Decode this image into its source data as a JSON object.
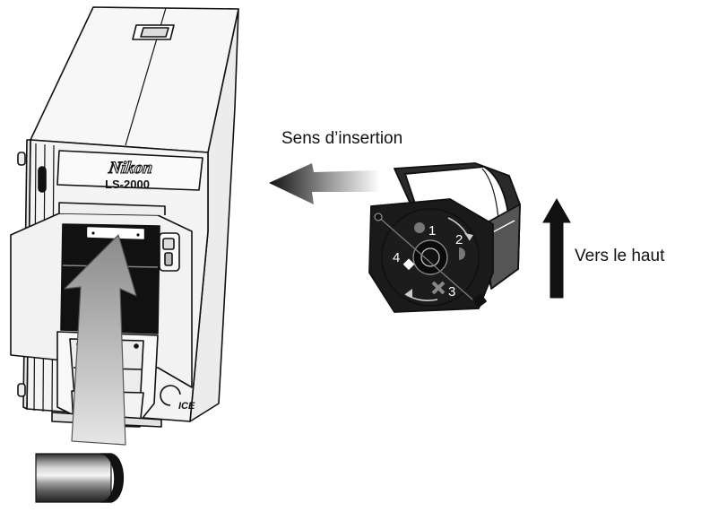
{
  "labels": {
    "insertion_direction": "Sens d’insertion",
    "upward": "Vers le haut"
  },
  "scanner": {
    "brand": "Nikon",
    "model": "LS-2000",
    "badge": "ICE"
  },
  "adapter": {
    "markers": [
      "1",
      "2",
      "3",
      "4"
    ]
  },
  "colors": {
    "outline": "#111111",
    "body": "#f5f5f5",
    "arrow_gray": "#bdbdbd",
    "dark": "#1a1a1a"
  }
}
